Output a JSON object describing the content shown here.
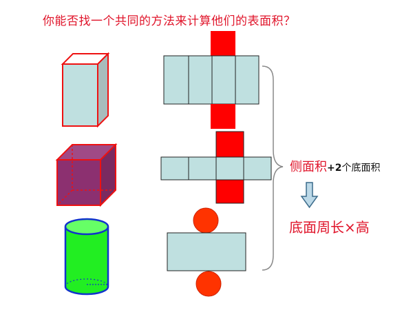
{
  "question": "你能否找一个共同的方法来计算他们的表面积？",
  "lateral_area": {
    "part1": "侧面积",
    "part2": "+2",
    "part3": "个底面积"
  },
  "formula": "底面周长×高",
  "colors": {
    "title_red": "#e0142a",
    "net_fill": "#bfe0e0",
    "cap_red": "#ff0000",
    "cube_fill": "#8c3070",
    "cylinder_green": "#22ee22",
    "cylinder_top": "#66ff66",
    "circle_red": "#ff3300",
    "arrow_fill": "#bcd9e8"
  },
  "icons": [
    "down-arrow-icon",
    "right-brace-icon"
  ]
}
